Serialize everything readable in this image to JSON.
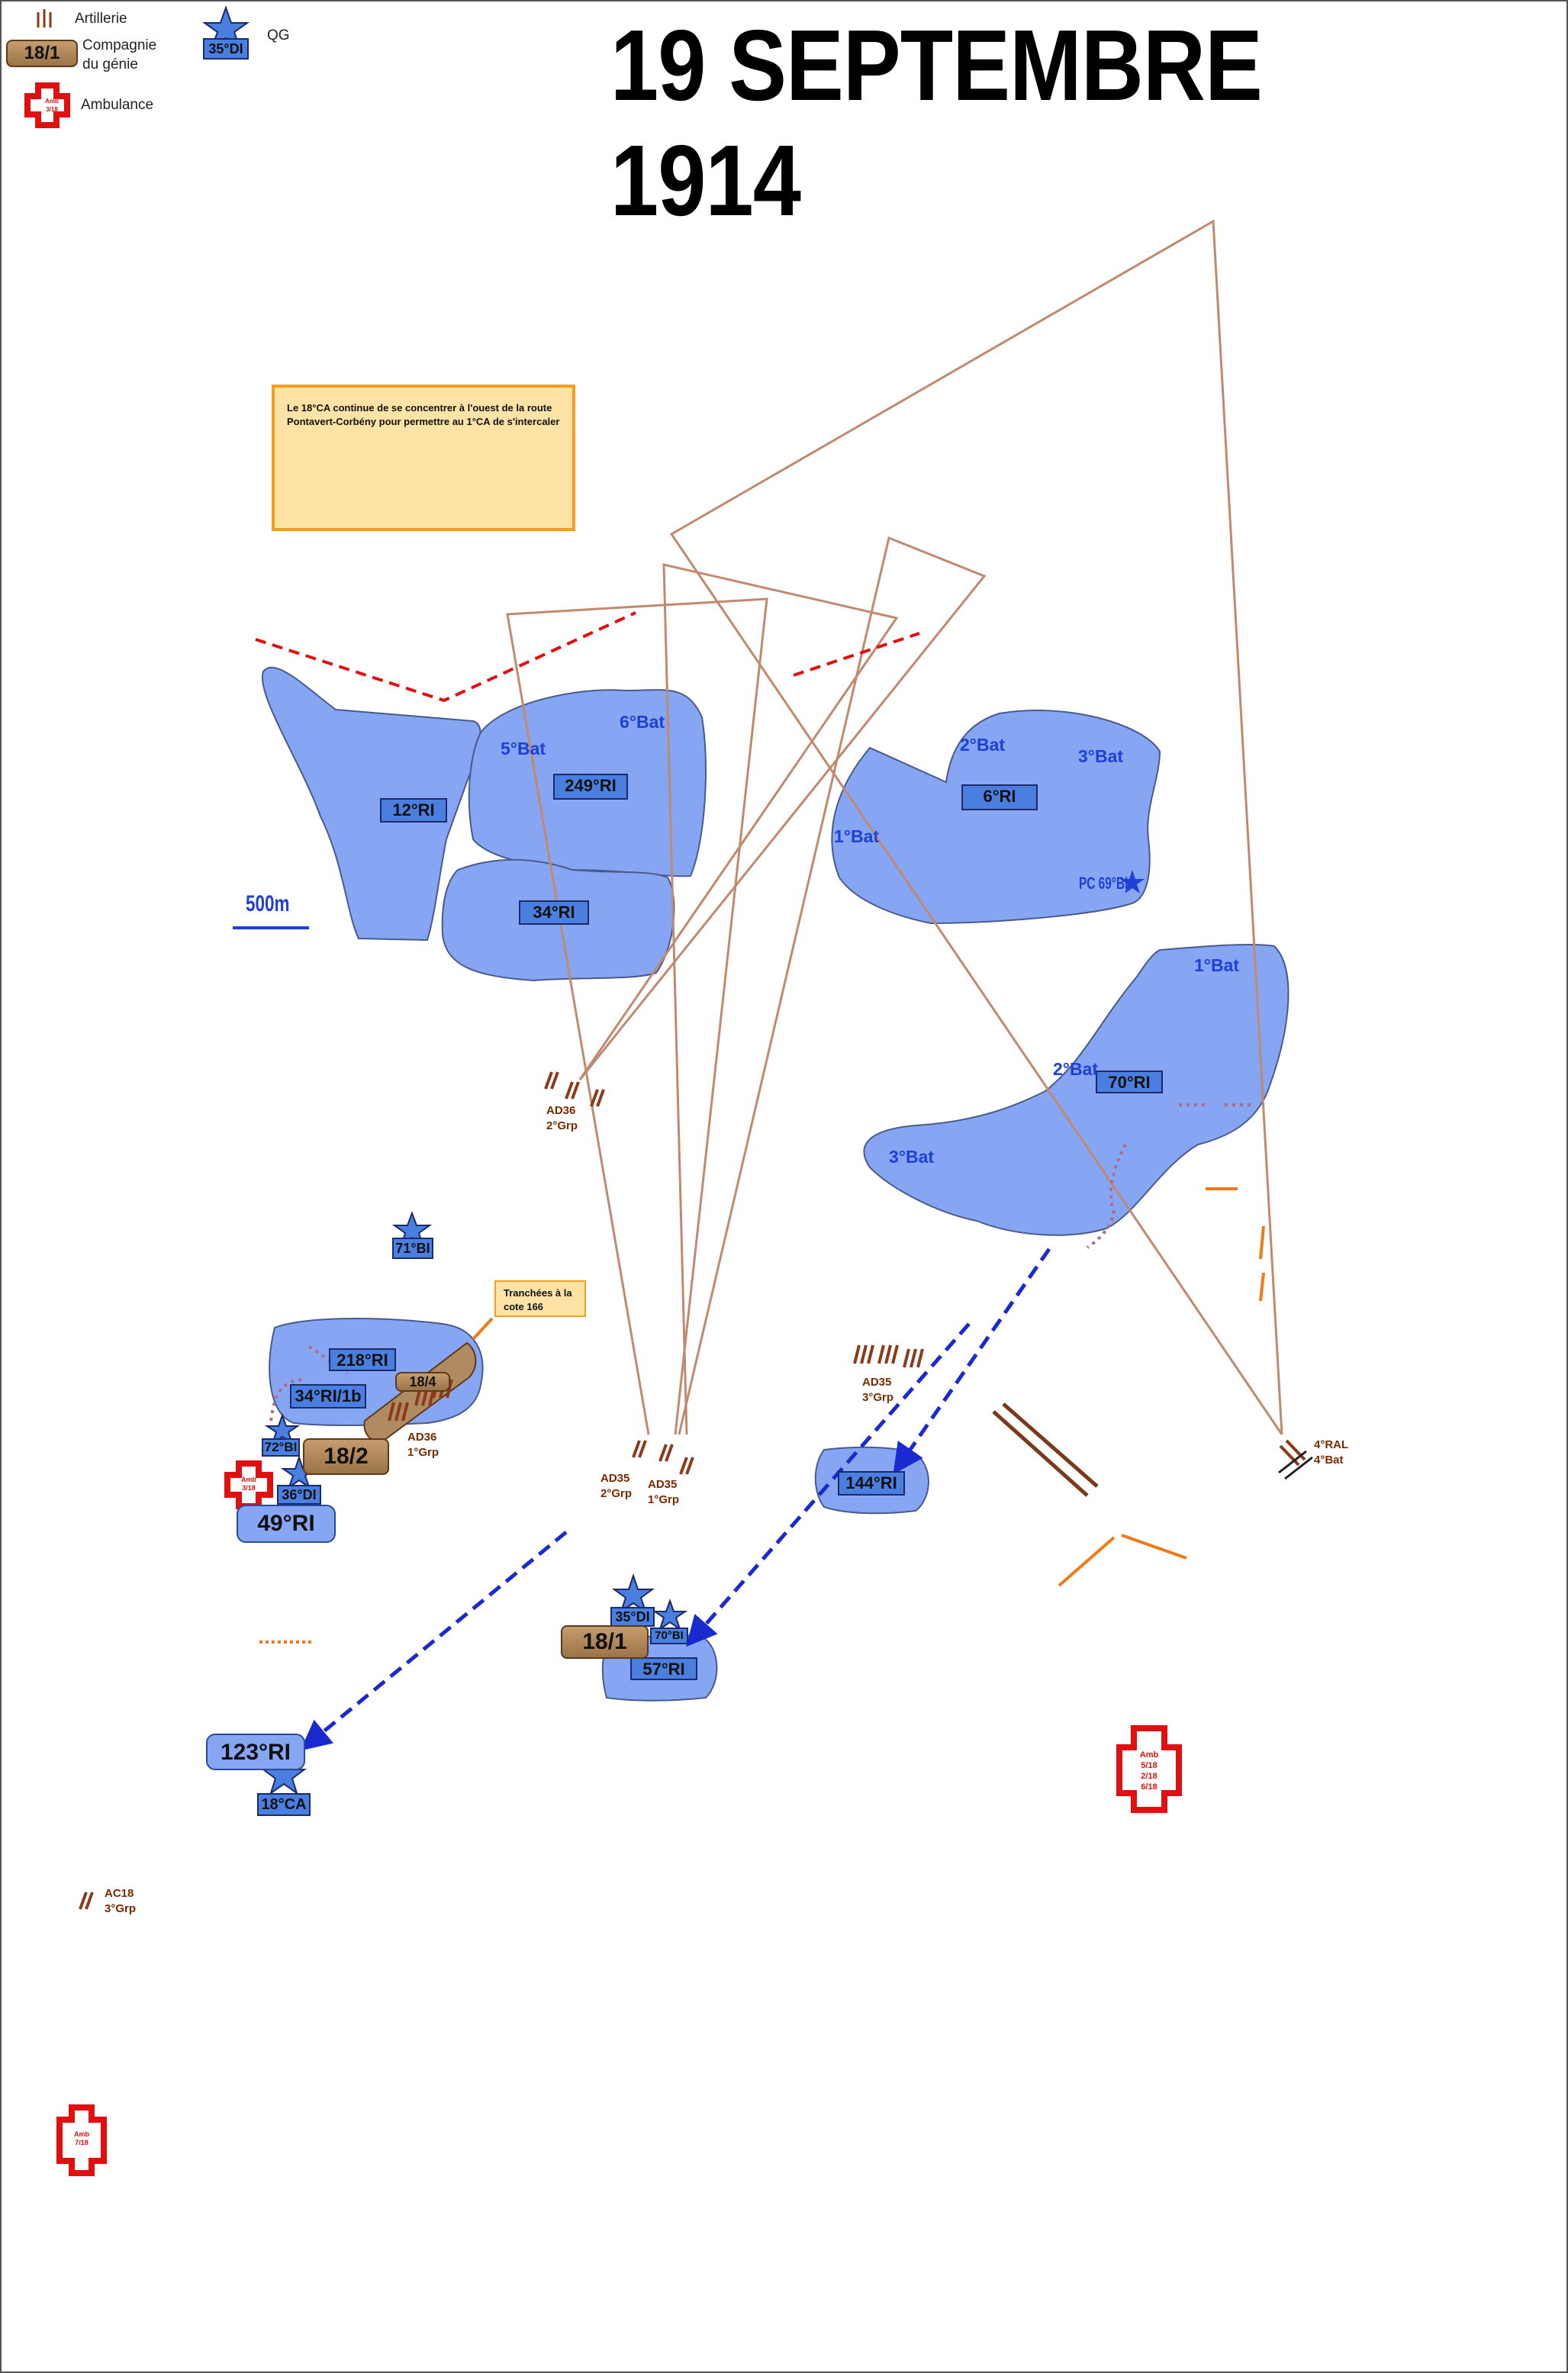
{
  "title": "19 SEPTEMBRE 1914",
  "legend": {
    "artillery": "Artillerie",
    "genie_symbol": "18/1",
    "genie_label_1": "Compagnie",
    "genie_label_2": "du génie",
    "ambulance": "Ambulance",
    "hq_symbol": "35°DI",
    "hq": "QG"
  },
  "note_main": "Le 18°CA continue de se concentrer à l'ouest de la route Pontavert-Corbény pour permettre au 1°CA de s'intercaler",
  "note_trench": "Tranchées à la cote 166",
  "scale": "500m",
  "units": {
    "ri12": "12°RI",
    "ri249": "249°RI",
    "ri34": "34°RI",
    "ri6": "6°RI",
    "ri70": "70°RI",
    "ri218": "218°RI",
    "ri34b": "34°RI/1b",
    "ri144": "144°RI",
    "ri57": "57°RI",
    "ri49": "49°RI",
    "ri123": "123°RI",
    "bi71": "71°BI",
    "bi72": "72°BI",
    "di36": "36°DI",
    "di35": "35°DI",
    "bi70": "70°BI",
    "ca18": "18°CA"
  },
  "genie_units": {
    "g18_4": "18/4",
    "g18_2": "18/2",
    "g18_1": "18/1"
  },
  "battalions": {
    "b5": "5°Bat",
    "b6": "6°Bat",
    "b2a": "2°Bat",
    "b3a": "3°Bat",
    "b1a": "1°Bat",
    "b1b": "1°Bat",
    "b2b": "2°Bat",
    "b3b": "3°Bat"
  },
  "pc_label": "PC 69°BI",
  "artillery_labels": {
    "ad36_2": [
      "AD36",
      "2°Grp"
    ],
    "ad36_1": [
      "AD36",
      "1°Grp"
    ],
    "ad35_2": [
      "AD35",
      "2°Grp"
    ],
    "ad35_1": [
      "AD35",
      "1°Grp"
    ],
    "ad35_3": [
      "AD35",
      "3°Grp"
    ],
    "ral4": [
      "4°RAL",
      "4°Bat"
    ],
    "ac18": [
      "AC18",
      "3°Grp"
    ]
  },
  "ambulances": {
    "amb318": [
      "Amb",
      "3/18"
    ],
    "amb_big": [
      "Amb",
      "5/18",
      "2/18",
      "6/18"
    ],
    "amb718": [
      "Amb",
      "7/18"
    ],
    "legend_amb": [
      "Amb",
      "3/18"
    ]
  },
  "colors": {
    "unit_fill": "#86a6f4",
    "unit_box": "#4a7fe0",
    "artillery": "#8b3a1a",
    "fire_lines": "#c08a70",
    "arrows": "#1a2ad0",
    "enemy_dash": "#e01010",
    "orange": "#f07a1a",
    "ambulance": "#e01010"
  }
}
